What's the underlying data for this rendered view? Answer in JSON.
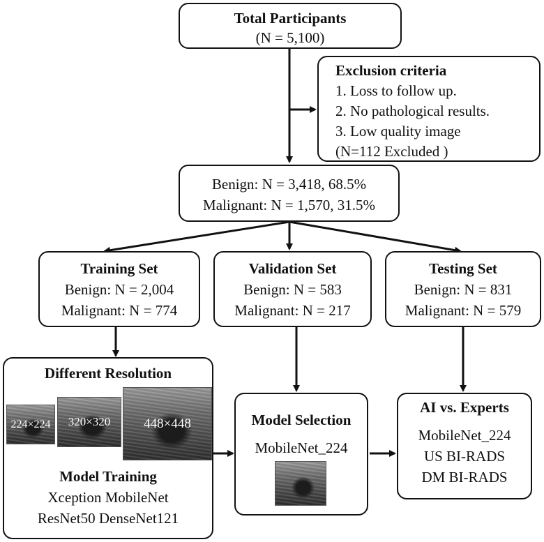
{
  "total": {
    "title": "Total Participants",
    "count": "(N = 5,100)"
  },
  "exclusion": {
    "title": "Exclusion criteria",
    "items": [
      "1. Loss to follow up.",
      "2. No pathological results.",
      "3. Low quality image"
    ],
    "excluded": "(N=112 Excluded )"
  },
  "cohort": {
    "benign": "Benign: N = 3,418, 68.5%",
    "malignant": "Malignant: N = 1,570, 31.5%"
  },
  "training": {
    "title": "Training Set",
    "benign": "Benign: N = 2,004",
    "malignant": "Malignant: N = 774"
  },
  "validation": {
    "title": "Validation Set",
    "benign": "Benign: N = 583",
    "malignant": "Malignant: N = 217"
  },
  "testing": {
    "title": "Testing Set",
    "benign": "Benign: N = 831",
    "malignant": "Malignant: N = 579"
  },
  "resolution": {
    "title": "Different Resolution",
    "images": [
      "224×224",
      "320×320",
      "448×448"
    ],
    "training_title": "Model Training",
    "models_line1": "Xception MobileNet",
    "models_line2": "ResNet50 DenseNet121"
  },
  "selection": {
    "title": "Model Selection",
    "model": "MobileNet_224"
  },
  "experts": {
    "title": "AI vs. Experts",
    "items": [
      "MobileNet_224",
      "US BI-RADS",
      "DM BI-RADS"
    ]
  }
}
